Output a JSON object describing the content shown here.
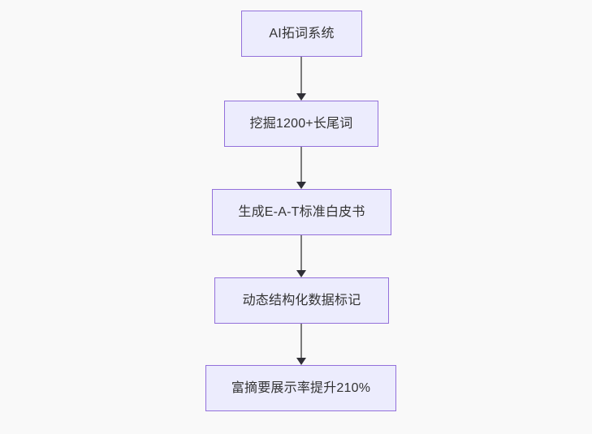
{
  "diagram": {
    "type": "flowchart",
    "direction": "top-to-bottom",
    "background_color": "#f9f9f9",
    "node_fill_color": "#ececfd",
    "node_border_color": "#9370db",
    "node_text_color": "#333333",
    "connector_color": "#7b7b7b",
    "arrowhead_color": "#2f2f36",
    "nodes": [
      {
        "id": "n1",
        "label": "AI拓词系统"
      },
      {
        "id": "n2",
        "label": "挖掘1200+长尾词"
      },
      {
        "id": "n3",
        "label": "生成E-A-T标准白皮书"
      },
      {
        "id": "n4",
        "label": "动态结构化数据标记"
      },
      {
        "id": "n5",
        "label": "富摘要展示率提升210%"
      }
    ],
    "edges": [
      {
        "from": "n1",
        "to": "n2",
        "label": ""
      },
      {
        "from": "n2",
        "to": "n3",
        "label": ""
      },
      {
        "from": "n3",
        "to": "n4",
        "label": ""
      },
      {
        "from": "n4",
        "to": "n5",
        "label": ""
      }
    ]
  }
}
